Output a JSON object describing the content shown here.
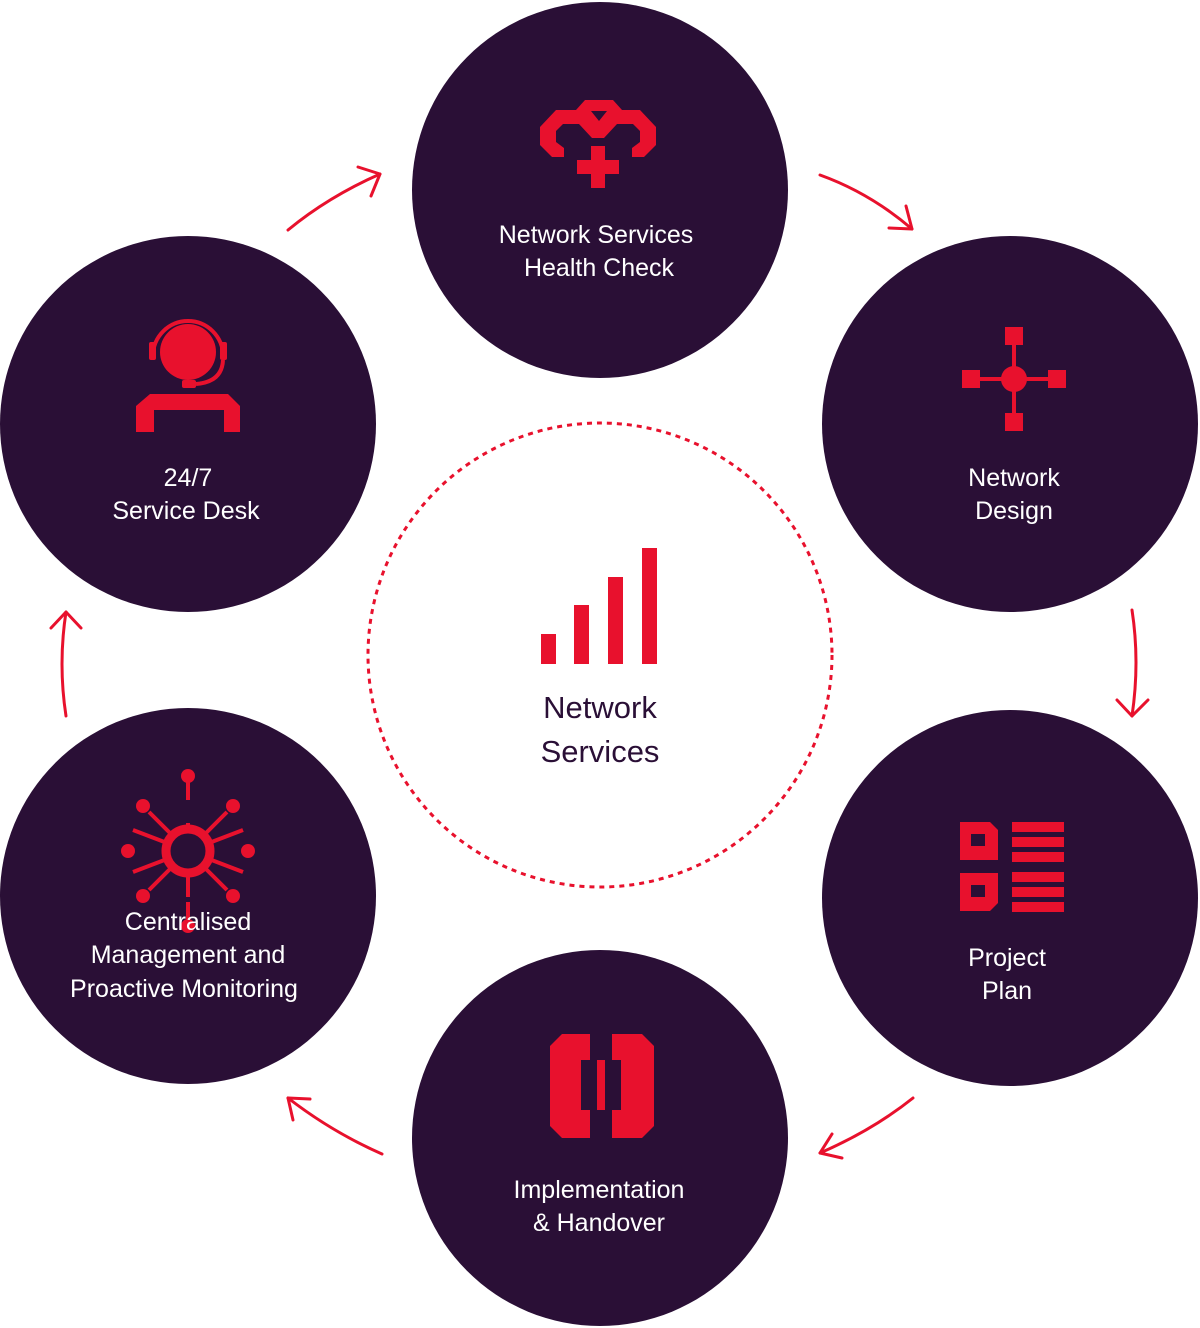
{
  "colors": {
    "node_bg": "#2a0f36",
    "accent": "#e8112d",
    "label_text": "#ffffff",
    "center_text": "#2a0f36"
  },
  "center": {
    "icon": "signal-bars-icon",
    "label_line1": "Network",
    "label_line2": "Services"
  },
  "nodes": [
    {
      "id": "health-check",
      "icon": "health-check-icon",
      "line1": "Network Services",
      "line2": "Health Check"
    },
    {
      "id": "network-design",
      "icon": "network-hub-icon",
      "line1": "Network",
      "line2": "Design"
    },
    {
      "id": "project-plan",
      "icon": "checklist-icon",
      "line1": "Project",
      "line2": "Plan"
    },
    {
      "id": "implementation",
      "icon": "handover-icon",
      "line1": "Implementation",
      "line2": "& Handover"
    },
    {
      "id": "centralised-management",
      "icon": "hub-monitor-icon",
      "line1": "Centralised",
      "line2": "Management and",
      "line3": "Proactive Monitoring"
    },
    {
      "id": "service-desk",
      "icon": "headset-agent-icon",
      "line1": "24/7",
      "line2": "Service Desk"
    }
  ]
}
